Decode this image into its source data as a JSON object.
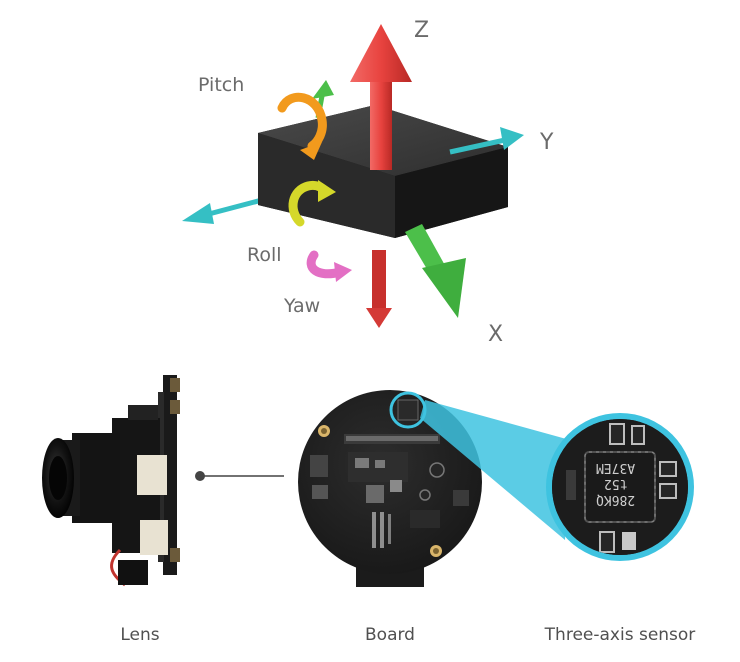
{
  "axes": {
    "z": "Z",
    "y": "Y",
    "x": "X"
  },
  "rotations": {
    "pitch": "Pitch",
    "roll": "Roll",
    "yaw": "Yaw"
  },
  "chip_text": {
    "line1": "A37EM",
    "line2": "t52",
    "line3": "286KQ"
  },
  "captions": {
    "lens": "Lens",
    "board": "Board",
    "sensor": "Three-axis sensor"
  },
  "colors": {
    "z_axis": "#e8433f",
    "y_axis": "#35bfc4",
    "x_axis": "#4cbf4a",
    "pitch_arrow": "#f29a1d",
    "roll_arrow": "#d5d82a",
    "yaw_arrow": "#e36fc4",
    "highlight": "#3ec3e0",
    "pcb": "#1f1f1f"
  }
}
